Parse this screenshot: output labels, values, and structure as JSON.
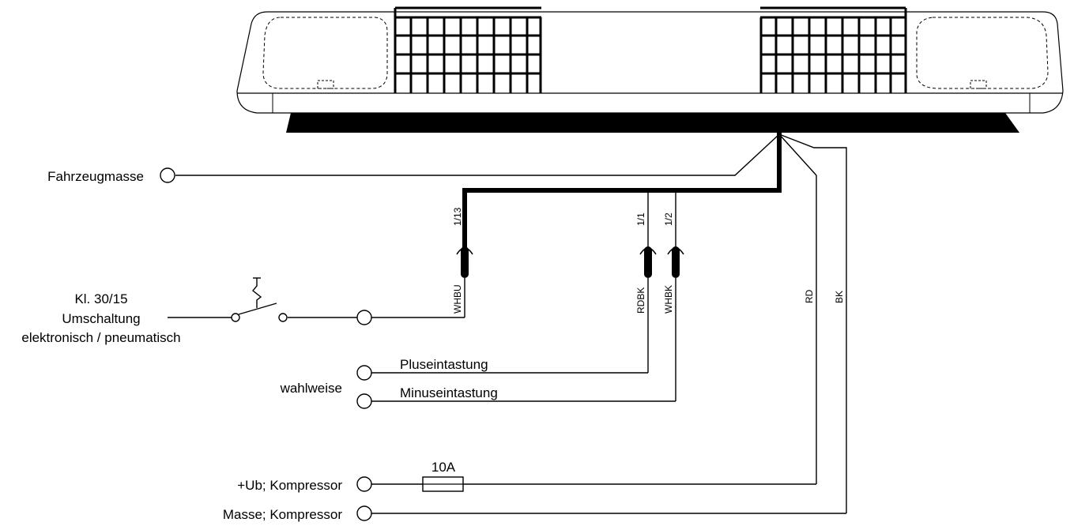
{
  "labels": {
    "fahrzeugmasse": "Fahrzeugmasse",
    "kl30": "Kl. 30/15",
    "umschaltung": "Umschaltung",
    "elektronisch": "elektronisch / pneumatisch",
    "wahlweise": "wahlweise",
    "pluseintastung": "Pluseintastung",
    "minuseintastung": "Minuseintastung",
    "ub_kompressor": "+Ub; Kompressor",
    "masse_kompressor": "Masse; Kompressor",
    "fuse": "10A"
  },
  "pins": {
    "p113": "1/13",
    "p11": "1/1",
    "p12": "1/2"
  },
  "wire_colors": {
    "whbu": "WHBU",
    "rdbk": "RDBK",
    "whbk": "WHBK",
    "rd": "RD",
    "bk": "BK"
  }
}
